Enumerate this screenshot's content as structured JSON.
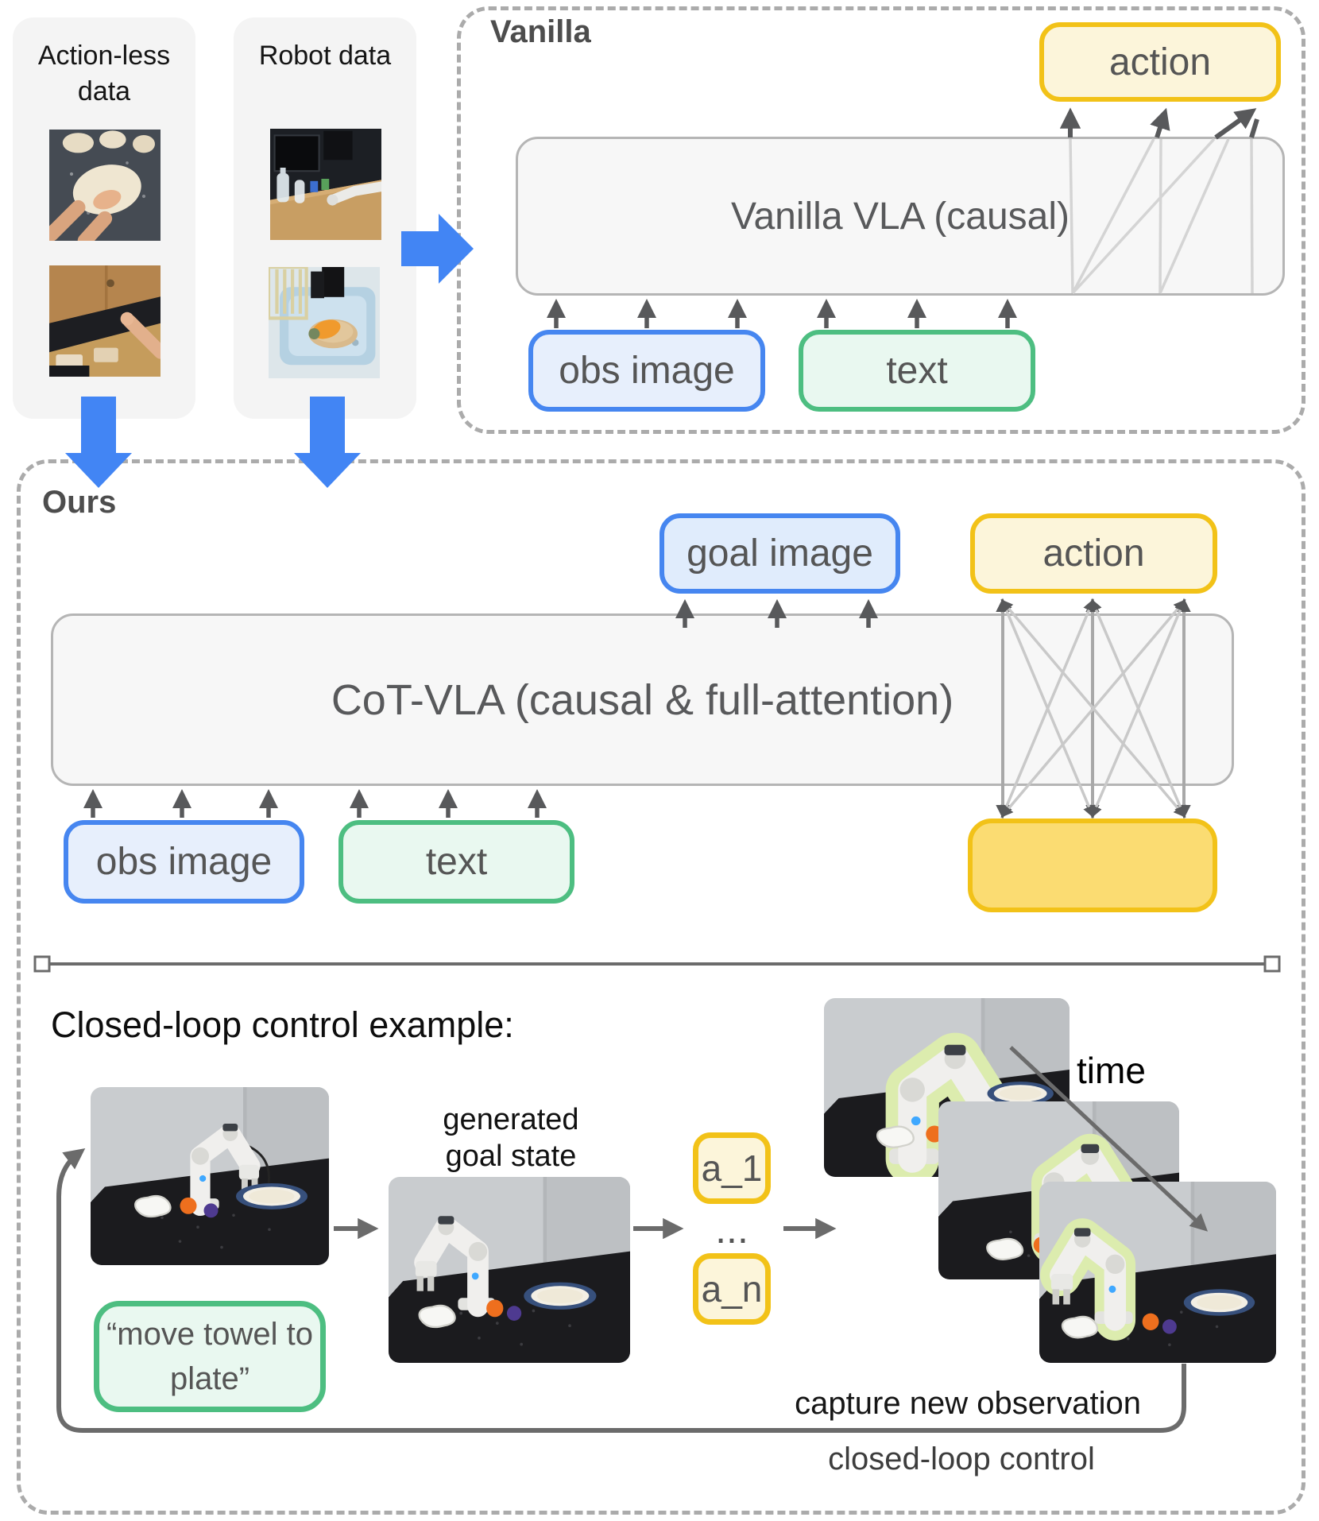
{
  "palette": {
    "accent_blue": "#4285F4",
    "gold_border": "#F2C218",
    "gold_fill": "#FCF5DA",
    "gold_solid_fill": "#FBDC72",
    "blue_fill": "#E7EFFC",
    "green_border": "#4DBE81",
    "green_fill": "#E9F8F0",
    "block_fill": "#F7F7F7",
    "dashed_border": "#ABABAB",
    "label_gray": "#555555"
  },
  "sources": {
    "actionless": {
      "title_line1": "Action-less",
      "title_line2": "data",
      "images": [
        "dough-kneading-video-frame",
        "egocentric-hand-video-frame"
      ]
    },
    "robot": {
      "title": "Robot data",
      "images": [
        "robot-arm-desk-frame",
        "robot-gripper-sink-frame"
      ]
    }
  },
  "vanilla": {
    "title": "Vanilla",
    "model_label": "Vanilla VLA (causal)",
    "action_label": "action",
    "obs_label": "obs image",
    "text_label": "text"
  },
  "ours": {
    "title": "Ours",
    "model_label": "CoT-VLA (causal & full-attention)",
    "goal_label": "goal image",
    "action_label": "action",
    "obs_label": "obs image",
    "text_label": "text"
  },
  "example": {
    "heading": "Closed-loop control example:",
    "instruction_line1": "“move towel to",
    "instruction_line2": "plate”",
    "generated_label_line1": "generated",
    "generated_label_line2": "goal state",
    "a_first": "a_1",
    "ellipsis": "...",
    "a_last": "a_n",
    "time_label": "time",
    "capture_label": "capture new observation",
    "loop_label": "closed-loop control",
    "images": [
      "observation-robot-table-scene",
      "generated-goal-state-scene",
      "rollout-frame-1",
      "rollout-frame-2",
      "rollout-frame-3"
    ]
  }
}
